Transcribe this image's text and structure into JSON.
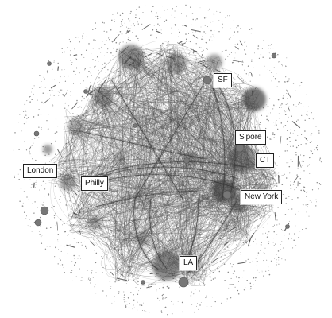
{
  "labels": {
    "sf": "SF",
    "spore": "S'pore",
    "ct": "CT",
    "london": "London",
    "philly": "Philly",
    "new_york": "New York",
    "la": "LA"
  },
  "colors": {
    "background": "#ffffff",
    "edges": "#555555",
    "dense_clusters": "#3a3a3a",
    "dots": "#8a8a8a",
    "hub_nodes": "#777777"
  }
}
